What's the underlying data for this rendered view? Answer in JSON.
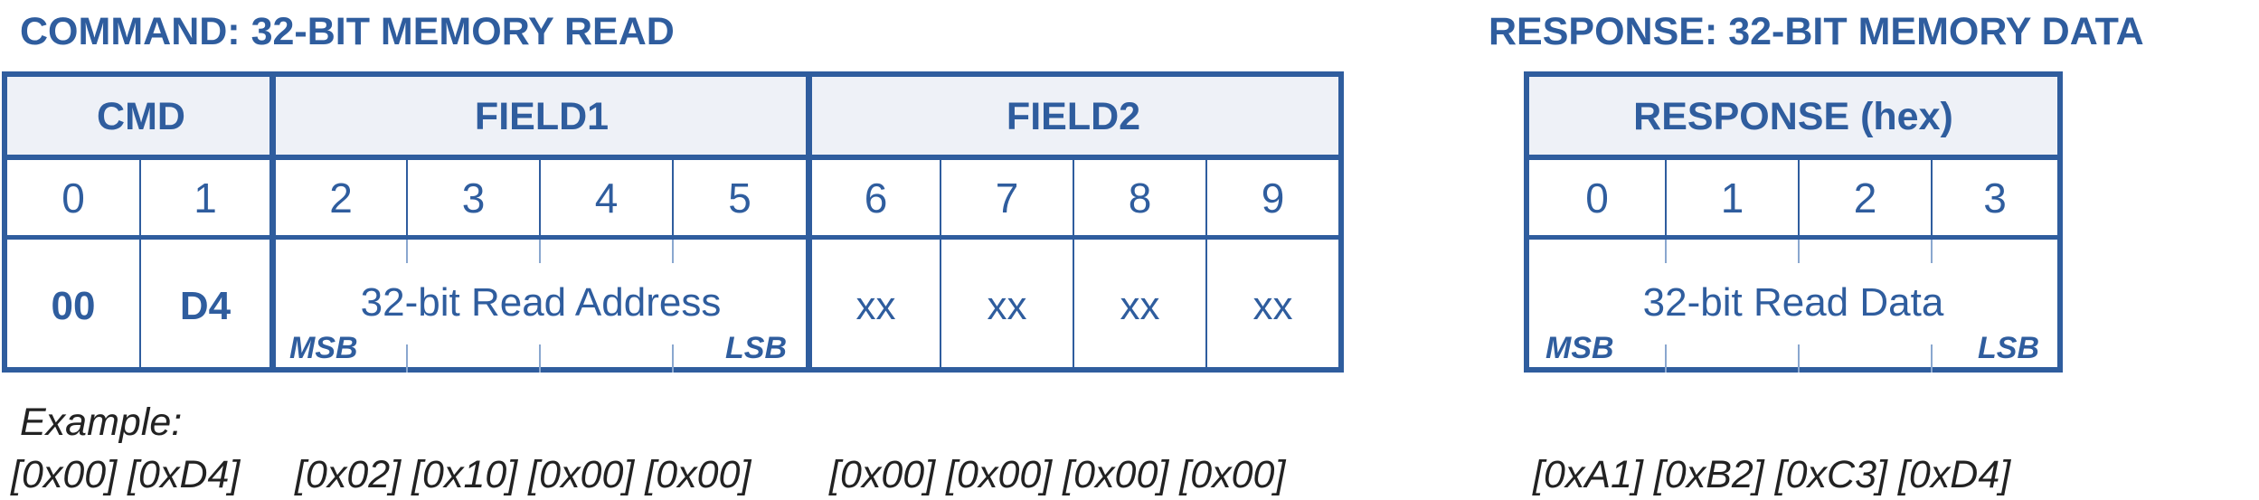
{
  "command": {
    "title": "COMMAND: 32-BIT MEMORY READ",
    "headers": [
      "CMD",
      "FIELD1",
      "FIELD2"
    ],
    "indices": [
      "0",
      "1",
      "2",
      "3",
      "4",
      "5",
      "6",
      "7",
      "8",
      "9"
    ],
    "cmd_values": [
      "00",
      "D4"
    ],
    "field1_label": "32-bit Read Address",
    "field2_values": [
      "xx",
      "xx",
      "xx",
      "xx"
    ],
    "msb": "MSB",
    "lsb": "LSB"
  },
  "response": {
    "title": "RESPONSE: 32-BIT MEMORY DATA",
    "header": "RESPONSE (hex)",
    "indices": [
      "0",
      "1",
      "2",
      "3"
    ],
    "data_label": "32-bit Read Data",
    "msb": "MSB",
    "lsb": "LSB"
  },
  "example": {
    "label": "Example:",
    "cmd_bytes": "[0x00] [0xD4]",
    "field1_bytes": "[0x02] [0x10] [0x00] [0x00]",
    "field2_bytes": "[0x00] [0x00] [0x00] [0x00]",
    "response_bytes": "[0xA1]  [0xB2] [0xC3] [0xD4]"
  },
  "colors": {
    "primary": "#2f5d9e",
    "header_bg": "#eef1f7",
    "text_dark": "#222222"
  }
}
